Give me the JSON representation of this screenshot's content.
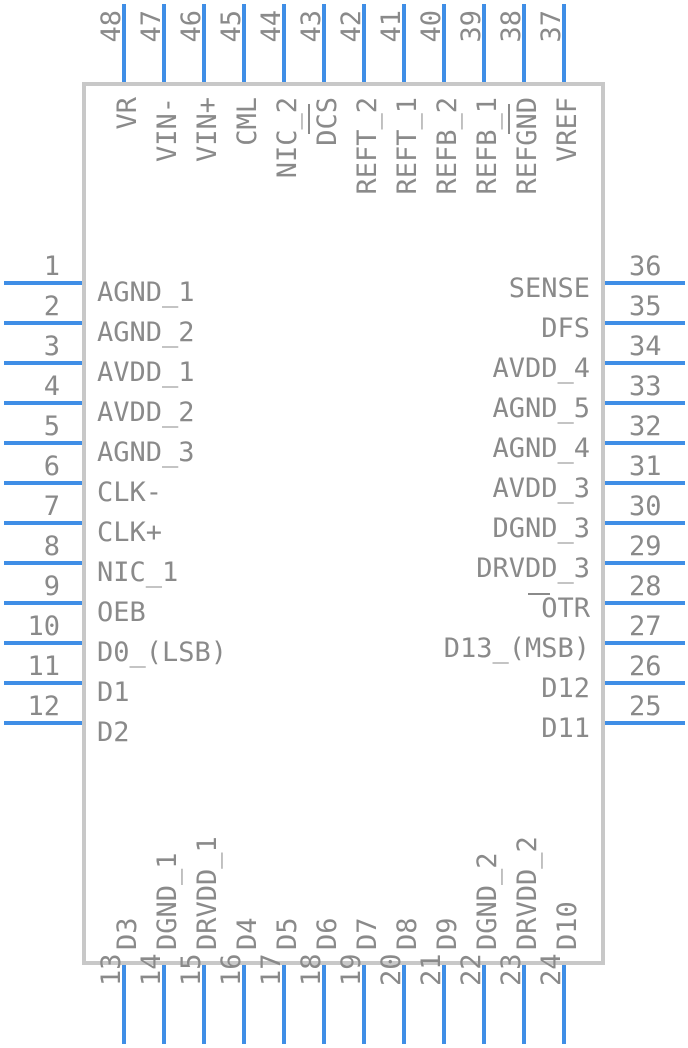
{
  "chip": {
    "left_pins": [
      {
        "number": "1",
        "label": "AGND_1"
      },
      {
        "number": "2",
        "label": "AGND_2"
      },
      {
        "number": "3",
        "label": "AVDD_1"
      },
      {
        "number": "4",
        "label": "AVDD_2"
      },
      {
        "number": "5",
        "label": "AGND_3"
      },
      {
        "number": "6",
        "label": "CLK-"
      },
      {
        "number": "7",
        "label": "CLK+"
      },
      {
        "number": "8",
        "label": "NIC_1"
      },
      {
        "number": "9",
        "label": "OEB"
      },
      {
        "number": "10",
        "label": "D0_(LSB)"
      },
      {
        "number": "11",
        "label": "D1"
      },
      {
        "number": "12",
        "label": "D2"
      }
    ],
    "right_pins": [
      {
        "number": "36",
        "label": "SENSE"
      },
      {
        "number": "35",
        "label": "DFS"
      },
      {
        "number": "34",
        "label": "AVDD_4"
      },
      {
        "number": "33",
        "label": "AGND_5"
      },
      {
        "number": "32",
        "label": "AGND_4"
      },
      {
        "number": "31",
        "label": "AVDD_3"
      },
      {
        "number": "30",
        "label": "DGND_3"
      },
      {
        "number": "29",
        "label": "DRVDD_3"
      },
      {
        "number": "28",
        "label": "OTR"
      },
      {
        "number": "27",
        "label": "D13_(MSB)"
      },
      {
        "number": "26",
        "label": "D12"
      },
      {
        "number": "25",
        "label": "D11"
      }
    ],
    "top_pins": [
      {
        "number": "48",
        "label": "VR"
      },
      {
        "number": "47",
        "label": "VIN-"
      },
      {
        "number": "46",
        "label": "VIN+"
      },
      {
        "number": "45",
        "label": "CML"
      },
      {
        "number": "44",
        "label": "NIC_2"
      },
      {
        "number": "43",
        "label": "DCS"
      },
      {
        "number": "42",
        "label": "REFT_2"
      },
      {
        "number": "41",
        "label": "REFT_1"
      },
      {
        "number": "40",
        "label": "REFB_2"
      },
      {
        "number": "39",
        "label": "REFB_1"
      },
      {
        "number": "38",
        "label": "REFGND"
      },
      {
        "number": "37",
        "label": "VREF"
      }
    ],
    "bottom_pins": [
      {
        "number": "13",
        "label": "D3"
      },
      {
        "number": "14",
        "label": "DGND_1"
      },
      {
        "number": "15",
        "label": "DRVDD_1"
      },
      {
        "number": "16",
        "label": "D4"
      },
      {
        "number": "17",
        "label": "D5"
      },
      {
        "number": "18",
        "label": "D6"
      },
      {
        "number": "19",
        "label": "D7"
      },
      {
        "number": "20",
        "label": "D8"
      },
      {
        "number": "21",
        "label": "D9"
      },
      {
        "number": "22",
        "label": "DGND_2"
      },
      {
        "number": "23",
        "label": "DRVDD_2"
      },
      {
        "number": "24",
        "label": "D10"
      }
    ]
  },
  "colors": {
    "pin": "#3f8ee6",
    "outline": "#c8c8c8",
    "text": "#8a8a8a"
  }
}
